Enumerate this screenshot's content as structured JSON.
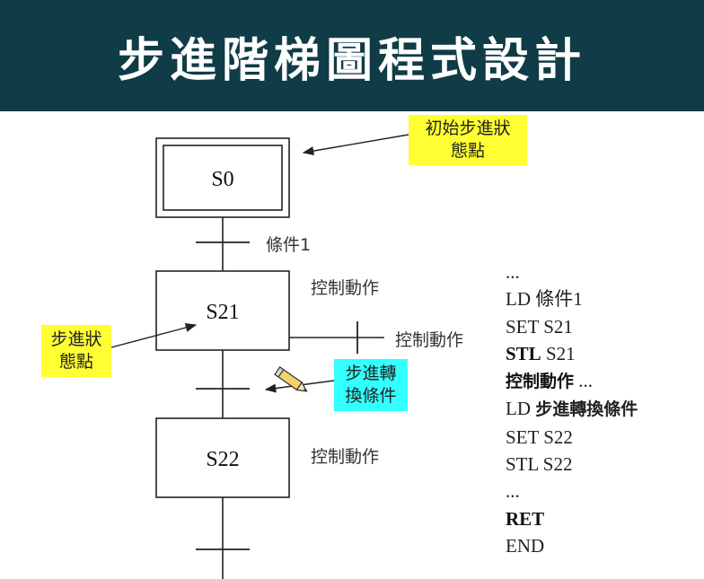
{
  "title": "步進階梯圖程式設計",
  "colors": {
    "header_bg": "#0f3c46",
    "yellow": "#ffff33",
    "cyan": "#33ffff",
    "line": "#222222"
  },
  "diagram": {
    "steps": [
      "S0",
      "S21",
      "S22"
    ],
    "condition1": "條件1",
    "action_s21": "控制動作",
    "action_s21_branch": "控制動作",
    "action_s22": "控制動作",
    "callout_initial": {
      "line1": "初始步進狀",
      "line2": "態點"
    },
    "callout_step": {
      "line1": "步進狀",
      "line2": "態點"
    },
    "callout_transition": {
      "line1": "步進轉",
      "line2": "換條件"
    },
    "pencil_icon": "pencil-icon"
  },
  "code": {
    "l1": "...",
    "l2": "LD 條件1",
    "l3": "SET S21",
    "l4a": "STL",
    "l4b": " S21",
    "l5a": "控制動作",
    "l5b": " ...",
    "l6a": "LD ",
    "l6b": "步進轉換條件",
    "l7": "SET S22",
    "l8": "STL S22",
    "l9": "...",
    "l10": "RET",
    "l11": "END"
  }
}
